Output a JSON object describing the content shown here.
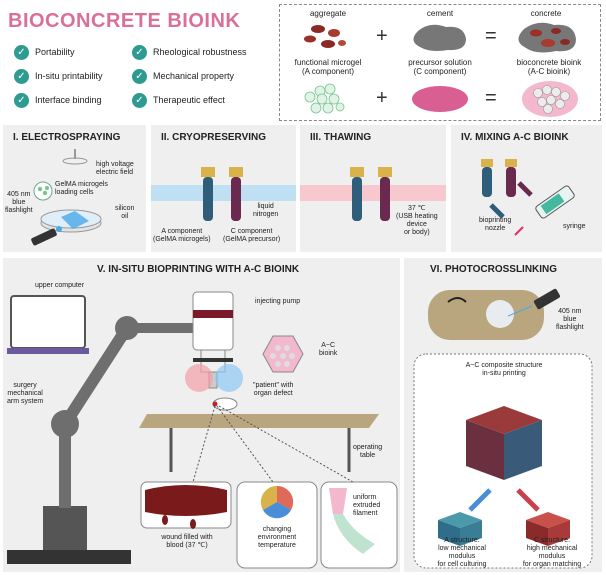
{
  "title": "BIOCONCRETE BIOINK",
  "features_left": [
    "Portability",
    "In-situ printability",
    "Interface binding"
  ],
  "features_right": [
    "Rheological robustness",
    "Mechanical property",
    "Therapeutic effect"
  ],
  "analogy": {
    "top": [
      "aggregate",
      "cement",
      "concrete"
    ],
    "bottom": [
      "functional microgel\n(A component)",
      "precursor solution\n(C component)",
      "bioconcrete bioink\n(A-C bioink)"
    ],
    "plus": "+",
    "equals": "="
  },
  "panel1": {
    "title": "I. ELECTROSPRAYING",
    "labels": {
      "hv": "high voltage\nelectric field",
      "gelma": "GelMA microgels\nloading cells",
      "flash": "405 nm\nblue\nflashlight",
      "oil": "silicon\noil"
    }
  },
  "panel2": {
    "title": "II. CRYOPRESERVING",
    "labels": {
      "n2": "liquid\nnitrogen",
      "a": "A component\n(GelMA microgels)",
      "c": "C component\n(GelMA precursor)"
    }
  },
  "panel3": {
    "title": "III. THAWING",
    "labels": {
      "temp": "37 ℃\n(USB heating\ndevice\nor body)"
    }
  },
  "panel4": {
    "title": "IV. MIXING A-C BIOINK",
    "labels": {
      "nozzle": "bioprinting\nnozzle",
      "syringe": "syringe"
    }
  },
  "panel5": {
    "title": "V. IN-SITU BIOPRINTING WITH A-C BIOINK",
    "labels": {
      "computer": "upper computer",
      "pump": "injecting pump",
      "bioink": "A~C\nbioink",
      "patient": "\"patient\" with\norgan defect",
      "arm": "surgery\nmechanical\narm system",
      "table": "operating\ntable",
      "wound": "wound filled with\nblood (37 ℃)",
      "env": "changing\nenvironment\ntemperature",
      "filament": "uniform\nextruded\nfilament"
    }
  },
  "panel6": {
    "title": "VI. PHOTOCROSSLINKING",
    "labels": {
      "flash": "405 nm\nblue\nflashlight",
      "composite": "A~C composite structure\nin-situ printing",
      "a_struct": "A structure:\nlow mechanical\nmodulus\nfor cell culturing",
      "c_struct": "C structure:\nhigh mechanical\nmodulus\nfor organ matching"
    }
  },
  "colors": {
    "title_pink": "#d9709a",
    "check_teal": "#2f9a8f",
    "blue_band": "#bfe0f2",
    "pink_band": "#f7c9cf",
    "cap_gold": "#d9b24a",
    "tube_blue": "#2f5e7a",
    "tube_purple": "#6a2a4f",
    "blood": "#7a1a1a",
    "robot_gray": "#6e6e6e"
  }
}
